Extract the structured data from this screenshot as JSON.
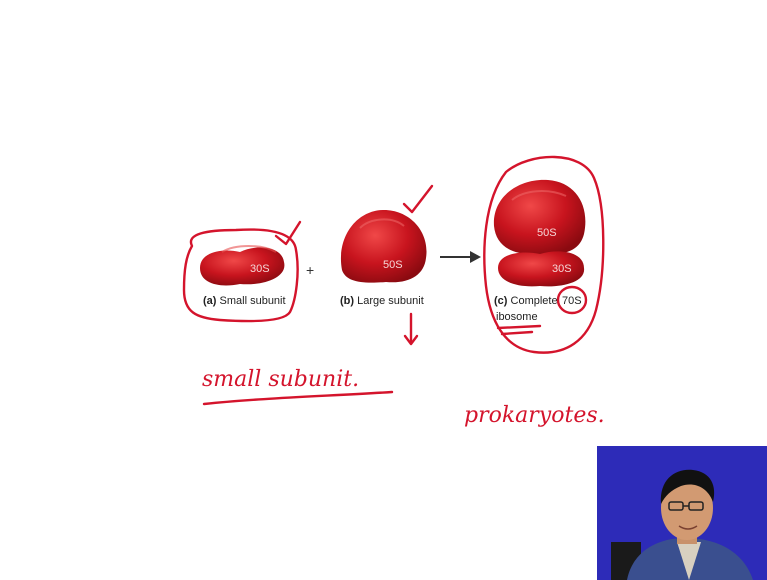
{
  "subunits": {
    "small": {
      "badge": "30S",
      "letter": "(a)",
      "caption": "Small subunit"
    },
    "large": {
      "badge": "50S",
      "letter": "(b)",
      "caption": "Large subunit"
    },
    "complete": {
      "badge_large": "50S",
      "badge_small": "30S",
      "letter": "(c)",
      "caption_line1": "Complete",
      "caption_badge": "70S",
      "caption_line2": "ibosome"
    }
  },
  "operators": {
    "plus": "+"
  },
  "annotations": {
    "note_left": "small subunit.",
    "note_right": "prokaryotes."
  },
  "colors": {
    "ink": "#d4142c",
    "ribosome": "#c8141e",
    "webcam_bg": "#2d2bb8"
  },
  "icons": {
    "arrow": "right-arrow-icon",
    "check": "check-mark-icon",
    "down": "down-arrow-icon"
  }
}
